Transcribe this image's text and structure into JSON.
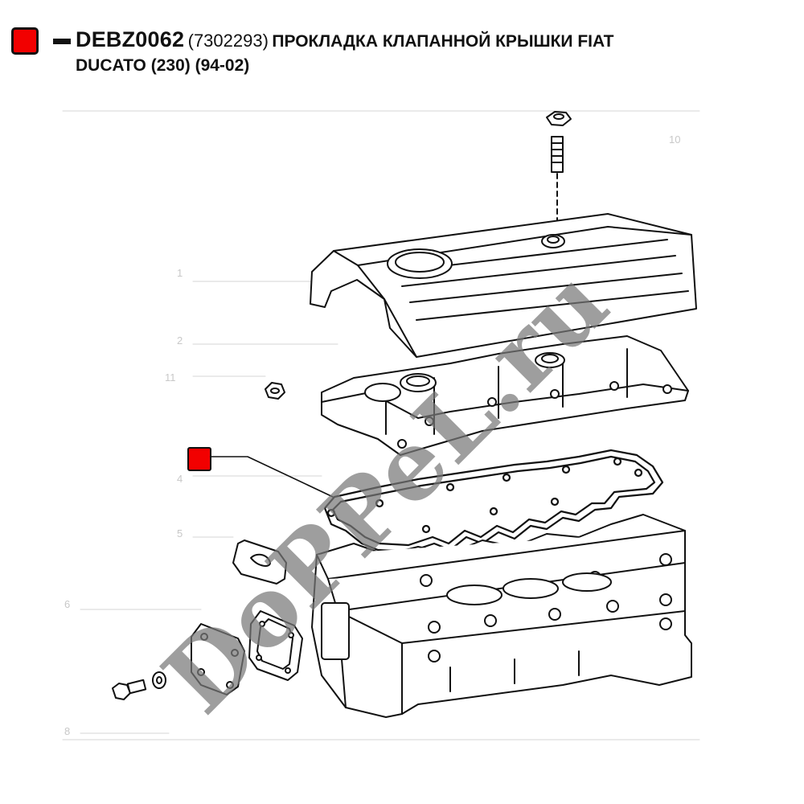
{
  "header": {
    "part_code": "DEBZ0062",
    "ref_number": "(7302293)",
    "description_line1": "ПРОКЛАДКА КЛАПАННОЙ КРЫШКИ FIAT",
    "description_line2": "DUCATO (230) (94-02)"
  },
  "colors": {
    "highlight": "#f20000",
    "line": "#111111",
    "faint_label": "#c8c8c8"
  },
  "diagram": {
    "faint_labels": [
      "1",
      "2",
      "11",
      "4",
      "5",
      "6",
      "8",
      "10"
    ]
  },
  "watermark": {
    "text": "DoPPeL.ru"
  }
}
